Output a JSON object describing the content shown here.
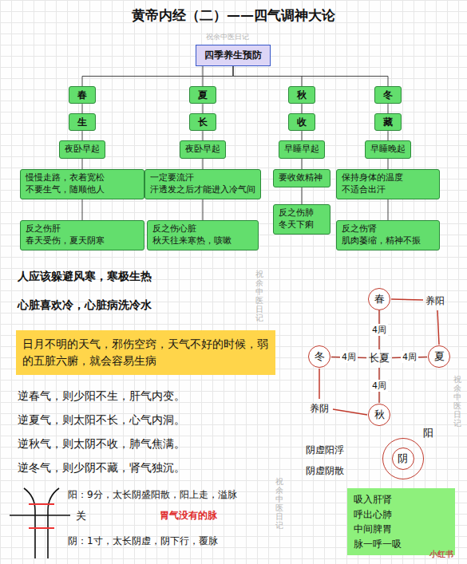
{
  "diagram": {
    "title": "黄帝内经（二）——四气调神大论",
    "nodes": [
      {
        "text": [
          "四季养生预防"
        ]
      },
      {
        "text": [
          "春"
        ]
      },
      {
        "text": [
          "夏"
        ]
      },
      {
        "text": [
          "秋"
        ]
      },
      {
        "text": [
          "冬"
        ]
      },
      {
        "text": [
          "生"
        ]
      },
      {
        "text": [
          "长"
        ]
      },
      {
        "text": [
          "收"
        ]
      },
      {
        "text": [
          "藏"
        ]
      },
      {
        "text": [
          "夜卧早起"
        ]
      },
      {
        "text": [
          "夜卧早起"
        ]
      },
      {
        "text": [
          "早睡早起"
        ]
      },
      {
        "text": [
          "早睡晚起"
        ]
      },
      {
        "text": [
          "慢慢走路，衣着宽松",
          "不要生气，随顺他人"
        ]
      },
      {
        "text": [
          "一定要流汗",
          "汗透发之后才能进入冷气间"
        ]
      },
      {
        "text": [
          "要收敛精神"
        ]
      },
      {
        "text": [
          "保持身体的温度",
          "不适合出汗"
        ]
      },
      {
        "text": [
          "反之伤肝",
          "春天受伤，夏天阴寒"
        ]
      },
      {
        "text": [
          "反之伤心脏",
          "秋天往来寒热，咳嗽"
        ]
      },
      {
        "text": [
          "反之伤肺",
          "冬天下痢"
        ]
      },
      {
        "text": [
          "反之伤肾",
          "肌肉萎缩，精神不振"
        ]
      },
      {
        "text": [
          "日月不明的天气，邪伤空窍，天气不好的时候，弱的五脏六腑，就会容易生病"
        ]
      },
      {
        "text": [
          "春"
        ]
      },
      {
        "text": [
          "冬"
        ]
      },
      {
        "text": [
          "长夏"
        ]
      },
      {
        "text": [
          "夏"
        ]
      },
      {
        "text": [
          "秋"
        ]
      },
      {
        "text": [
          "阳"
        ]
      },
      {
        "text": [
          "阴"
        ],
        "in": 27
      },
      {
        "text": [
          "吸入肝肾",
          "呼出心肺",
          "中间脾胃",
          "脉一呼一吸"
        ]
      }
    ],
    "edges": [
      {
        "from": 0,
        "to": 1,
        "arrow": "none"
      },
      {
        "from": 0,
        "to": 2,
        "arrow": "none"
      },
      {
        "from": 0,
        "to": 3,
        "arrow": "none"
      },
      {
        "from": 0,
        "to": 4,
        "arrow": "none"
      },
      {
        "from": 1,
        "to": 5,
        "arrow": "none"
      },
      {
        "from": 2,
        "to": 6,
        "arrow": "none"
      },
      {
        "from": 3,
        "to": 7,
        "arrow": "none"
      },
      {
        "from": 4,
        "to": 8,
        "arrow": "none"
      },
      {
        "from": 5,
        "to": 9,
        "arrow": "none"
      },
      {
        "from": 6,
        "to": 10,
        "arrow": "none"
      },
      {
        "from": 7,
        "to": 11,
        "arrow": "none"
      },
      {
        "from": 8,
        "to": 12,
        "arrow": "none"
      },
      {
        "from": 9,
        "to": 13,
        "arrow": "none"
      },
      {
        "from": 10,
        "to": 14,
        "arrow": "none"
      },
      {
        "from": 11,
        "to": 15,
        "arrow": "none"
      },
      {
        "from": 12,
        "to": 16,
        "arrow": "none"
      },
      {
        "from": 13,
        "to": 17,
        "arrow": "none"
      },
      {
        "from": 14,
        "to": 18,
        "arrow": "none"
      },
      {
        "from": 15,
        "to": 19,
        "arrow": "none"
      },
      {
        "from": 16,
        "to": 20,
        "arrow": "none"
      },
      {
        "from": 22,
        "to": 24,
        "label": "4周",
        "arrow": "none"
      },
      {
        "from": 23,
        "to": 24,
        "label": "4周",
        "arrow": "none"
      },
      {
        "from": 25,
        "to": 24,
        "label": "4周",
        "arrow": "none"
      },
      {
        "from": 26,
        "to": 24,
        "label": "4周",
        "arrow": "none"
      }
    ],
    "labels": [
      "人应该躲避风寒，寒极生热",
      "心脏喜欢冷，心脏病洗冷水",
      "逆春气，则少阳不生，肝气内变。",
      "逆夏气，则太阳不长，心气内洞。",
      "逆秋气，则太阴不收，肺气焦满。",
      "逆冬气，则少阴不藏，肾气独沉。",
      "养阳",
      "养阴",
      "阴虚阳浮",
      "阴虚阴散",
      "阳：9分，太长阴盛阳散，阳上走，溢脉",
      "关",
      "胃气没有的脉",
      "阴：1寸，太长阴虚，阴下行，覆脉",
      "祝余中医日记",
      "祝余中医日记",
      "祝余中医日记",
      "祝余中医日记",
      "小红书"
    ]
  }
}
